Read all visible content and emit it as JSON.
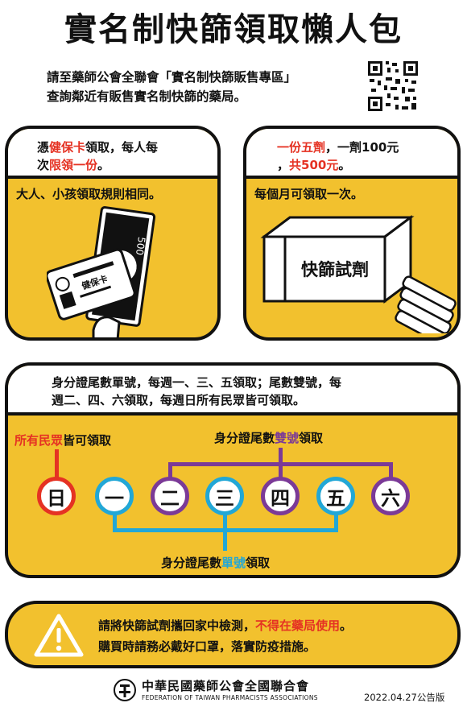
{
  "title": "實名制快篩領取懶人包",
  "intro": {
    "line1": "請至藥師公會全聯會「實名制快篩販售專區」",
    "line2": "查詢鄰近有販售實名制快篩的藥局。"
  },
  "card_left": {
    "t1": "憑",
    "t2": "健保卡",
    "t3": "領取，每人每",
    "t4": "次",
    "t5": "限領一份",
    "t6": "。",
    "body": "大人、小孩領取規則相同。",
    "card_name": "健保卡",
    "bill_value": "500"
  },
  "card_right": {
    "t1": "一份五劑",
    "t2": "，一劑100元",
    "t3": "，",
    "t4": "共500元",
    "t5": "。",
    "body": "每個月可領取一次。",
    "box_label": "快篩試劑"
  },
  "schedule": {
    "line1": "身分證尾數單號，每週一、三、五領取；尾數雙號，每",
    "line2": "週二、四、六領取，每週日所有民眾皆可領取。",
    "all_a": "所有民眾",
    "all_b": "皆可領取",
    "even_a": "身分證尾數",
    "even_b": "雙號",
    "even_c": "領取",
    "odd_a": "身分證尾數",
    "odd_b": "單號",
    "odd_c": "領取",
    "days": [
      "日",
      "一",
      "二",
      "三",
      "四",
      "五",
      "六"
    ]
  },
  "warning": {
    "line1_a": "請將快篩試劑攜回家中檢測，",
    "line1_b": "不得在藥局使用",
    "line1_c": "。",
    "line2": "購買時請務必戴好口罩，落實防疫措施。"
  },
  "footer": {
    "org_zh": "中華民國藥師公會全國聯合會",
    "org_en": "FEDERATION OF TAIWAN PHARMACISTS ASSOCIATIONS",
    "date": "2022.04.27公告版"
  },
  "colors": {
    "yellow": "#f2c12e",
    "red": "#e53223",
    "blue": "#22a7d6",
    "purple": "#7b3a97"
  }
}
